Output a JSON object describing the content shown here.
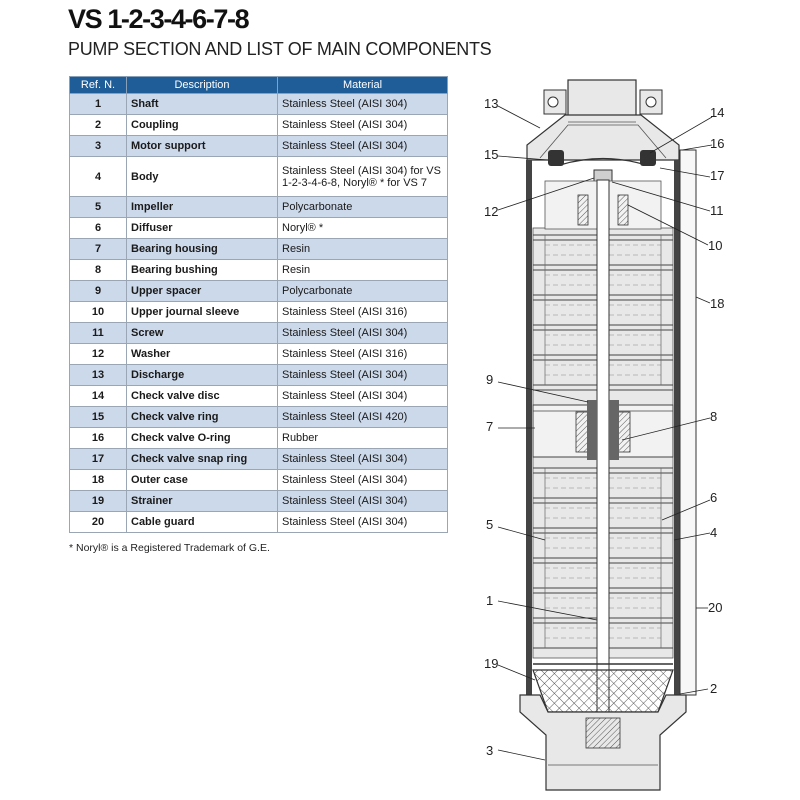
{
  "header": {
    "title": "VS 1-2-3-4-6-7-8",
    "subtitle": "PUMP SECTION AND LIST OF MAIN COMPONENTS"
  },
  "table": {
    "columns": [
      "Ref. N.",
      "Description",
      "Material"
    ],
    "rows": [
      {
        "ref": "1",
        "description": "Shaft",
        "material": "Stainless Steel (AISI 304)"
      },
      {
        "ref": "2",
        "description": "Coupling",
        "material": "Stainless Steel (AISI 304)"
      },
      {
        "ref": "3",
        "description": "Motor support",
        "material": "Stainless Steel (AISI 304)"
      },
      {
        "ref": "4",
        "description": "Body",
        "material": "Stainless Steel (AISI 304) for VS 1-2-3-4-6-8, Noryl® * for VS 7"
      },
      {
        "ref": "5",
        "description": "Impeller",
        "material": "Polycarbonate"
      },
      {
        "ref": "6",
        "description": "Diffuser",
        "material": "Noryl® *"
      },
      {
        "ref": "7",
        "description": "Bearing housing",
        "material": "Resin"
      },
      {
        "ref": "8",
        "description": "Bearing bushing",
        "material": "Resin"
      },
      {
        "ref": "9",
        "description": "Upper spacer",
        "material": "Polycarbonate"
      },
      {
        "ref": "10",
        "description": "Upper journal sleeve",
        "material": "Stainless Steel (AISI 316)"
      },
      {
        "ref": "11",
        "description": "Screw",
        "material": "Stainless Steel (AISI 304)"
      },
      {
        "ref": "12",
        "description": "Washer",
        "material": "Stainless Steel (AISI 316)"
      },
      {
        "ref": "13",
        "description": "Discharge",
        "material": "Stainless Steel (AISI 304)"
      },
      {
        "ref": "14",
        "description": "Check valve disc",
        "material": "Stainless Steel (AISI 304)"
      },
      {
        "ref": "15",
        "description": "Check valve ring",
        "material": "Stainless Steel (AISI 420)"
      },
      {
        "ref": "16",
        "description": "Check valve O-ring",
        "material": "Rubber"
      },
      {
        "ref": "17",
        "description": "Check valve snap ring",
        "material": "Stainless Steel (AISI 304)"
      },
      {
        "ref": "18",
        "description": "Outer case",
        "material": "Stainless Steel (AISI 304)"
      },
      {
        "ref": "19",
        "description": "Strainer",
        "material": "Stainless Steel (AISI 304)"
      },
      {
        "ref": "20",
        "description": "Cable guard",
        "material": "Stainless Steel (AISI 304)"
      }
    ]
  },
  "footnote": "* Noryl® is a Registered Trademark of G.E.",
  "diagram": {
    "callouts": [
      "13",
      "14",
      "15",
      "16",
      "17",
      "12",
      "11",
      "10",
      "18",
      "9",
      "7",
      "8",
      "6",
      "5",
      "4",
      "1",
      "20",
      "19",
      "2",
      "3"
    ]
  },
  "colors": {
    "header_bg": "#1f5d99",
    "row_shade": "#ccd9ea",
    "drawing_fill": "#e8e8e8"
  }
}
